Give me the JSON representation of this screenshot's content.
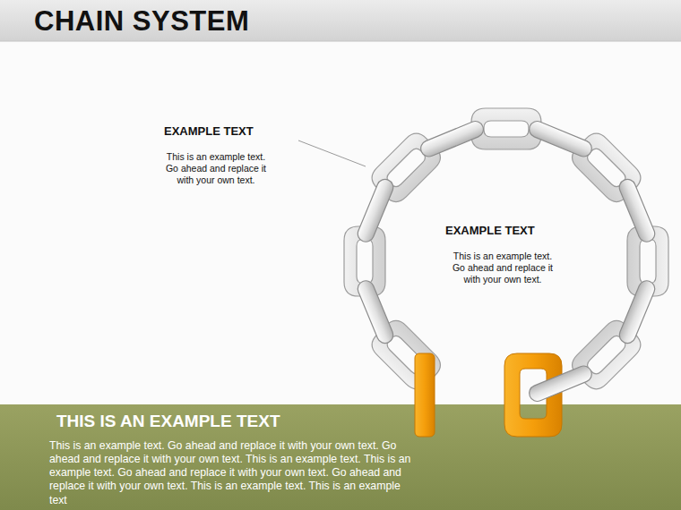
{
  "diagram": {
    "title": "CHAIN SYSTEM",
    "nodes": [
      {
        "text": [
          "EXAMPLE TEXT",
          "This is an example text. Go ahead and replace it with your own text."
        ]
      },
      {
        "text": [
          "THIS IS AN EXAMPLE TEXT",
          "This is an example text. Go ahead and replace it with your own text. Go ahead and replace it with your own text. This is an example text. This is an example text. Go ahead and replace it with your own text. Go ahead and replace it with your own text. This is an example text. This is an example text"
        ]
      }
    ],
    "labels": [
      "EXAMPLE TEXT",
      "This is an example text. Go ahead and replace it with your own text."
    ]
  }
}
